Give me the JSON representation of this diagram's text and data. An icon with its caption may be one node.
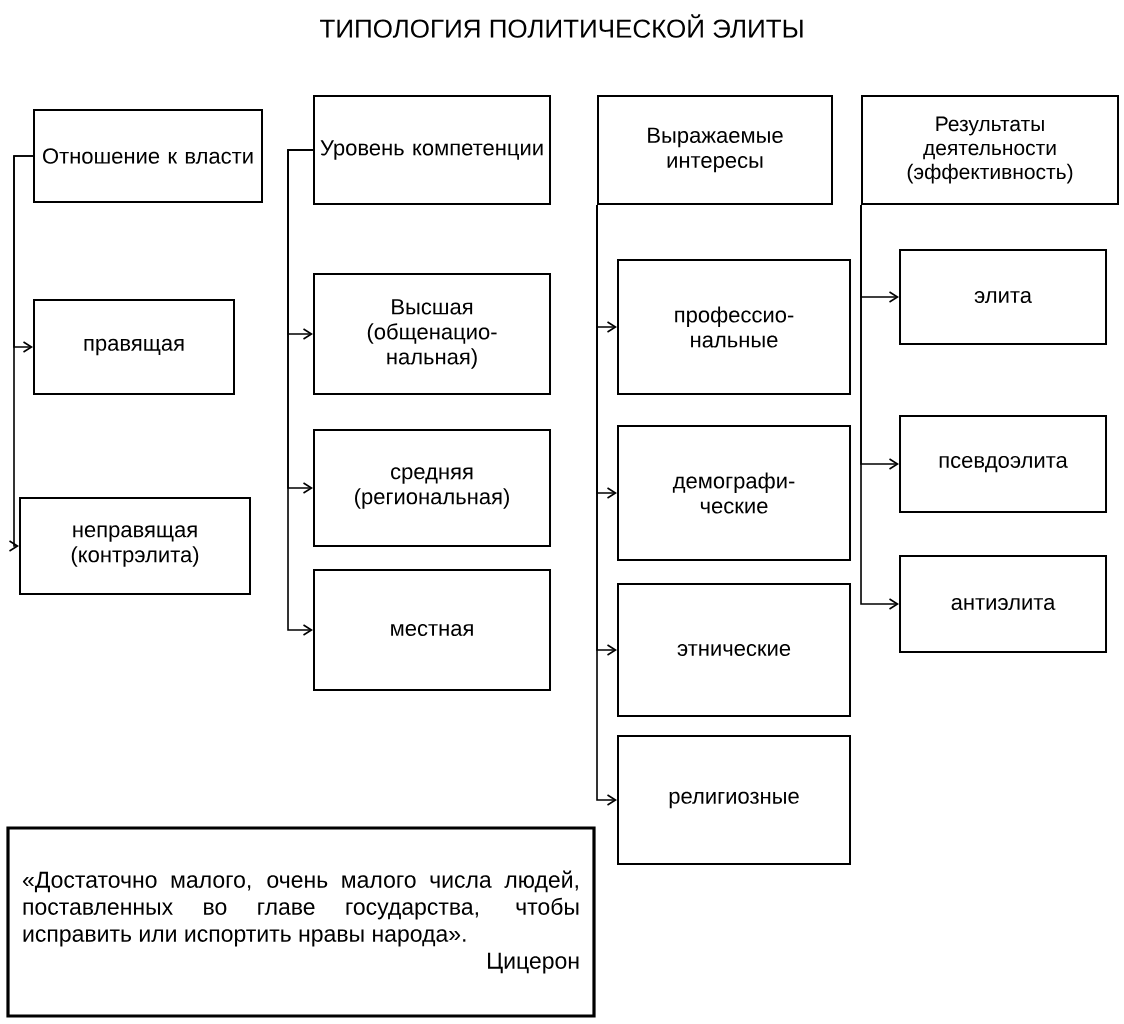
{
  "diagram": {
    "title": "ТИПОЛОГИЯ ПОЛИТИЧЕСКОЙ ЭЛИТЫ",
    "nodes": [
      {
        "text": [
          "Отношение к власти"
        ]
      },
      {
        "text": [
          "правящая"
        ]
      },
      {
        "text": [
          "неправящая (контрэлита)"
        ]
      },
      {
        "text": [
          "Уровень компетенции"
        ]
      },
      {
        "text": [
          "Высшая (общенацио- нальная)"
        ]
      },
      {
        "text": [
          "средняя (региональная)"
        ]
      },
      {
        "text": [
          "местная"
        ]
      },
      {
        "text": [
          "Выражаемые интересы"
        ]
      },
      {
        "text": [
          "профессио- нальные"
        ]
      },
      {
        "text": [
          "демографи- ческие"
        ]
      },
      {
        "text": [
          "этнические"
        ]
      },
      {
        "text": [
          "религиозные"
        ]
      },
      {
        "text": [
          "Результаты деятельности (эффективность)"
        ]
      },
      {
        "text": [
          "элита"
        ]
      },
      {
        "text": [
          "псевдоэлита"
        ]
      },
      {
        "text": [
          "антиэлита"
        ]
      },
      {
        "text": [
          "«Достаточно малого, очень малого числа людей, поставленных во главе государства, чтобы исправить или испортить нравы народа».",
          "Цицерон"
        ]
      }
    ],
    "edges": [
      {
        "from": 0,
        "to": 1,
        "arrow": "to"
      },
      {
        "from": 0,
        "to": 2,
        "arrow": "to"
      },
      {
        "from": 3,
        "to": 4,
        "arrow": "to"
      },
      {
        "from": 3,
        "to": 5,
        "arrow": "to"
      },
      {
        "from": 3,
        "to": 6,
        "arrow": "to"
      },
      {
        "from": 7,
        "to": 8,
        "arrow": "to"
      },
      {
        "from": 7,
        "to": 9,
        "arrow": "to"
      },
      {
        "from": 7,
        "to": 10,
        "arrow": "to"
      },
      {
        "from": 7,
        "to": 11,
        "arrow": "to"
      },
      {
        "from": 12,
        "to": 13,
        "arrow": "to"
      },
      {
        "from": 12,
        "to": 14,
        "arrow": "to"
      },
      {
        "from": 12,
        "to": 15,
        "arrow": "to"
      }
    ]
  }
}
